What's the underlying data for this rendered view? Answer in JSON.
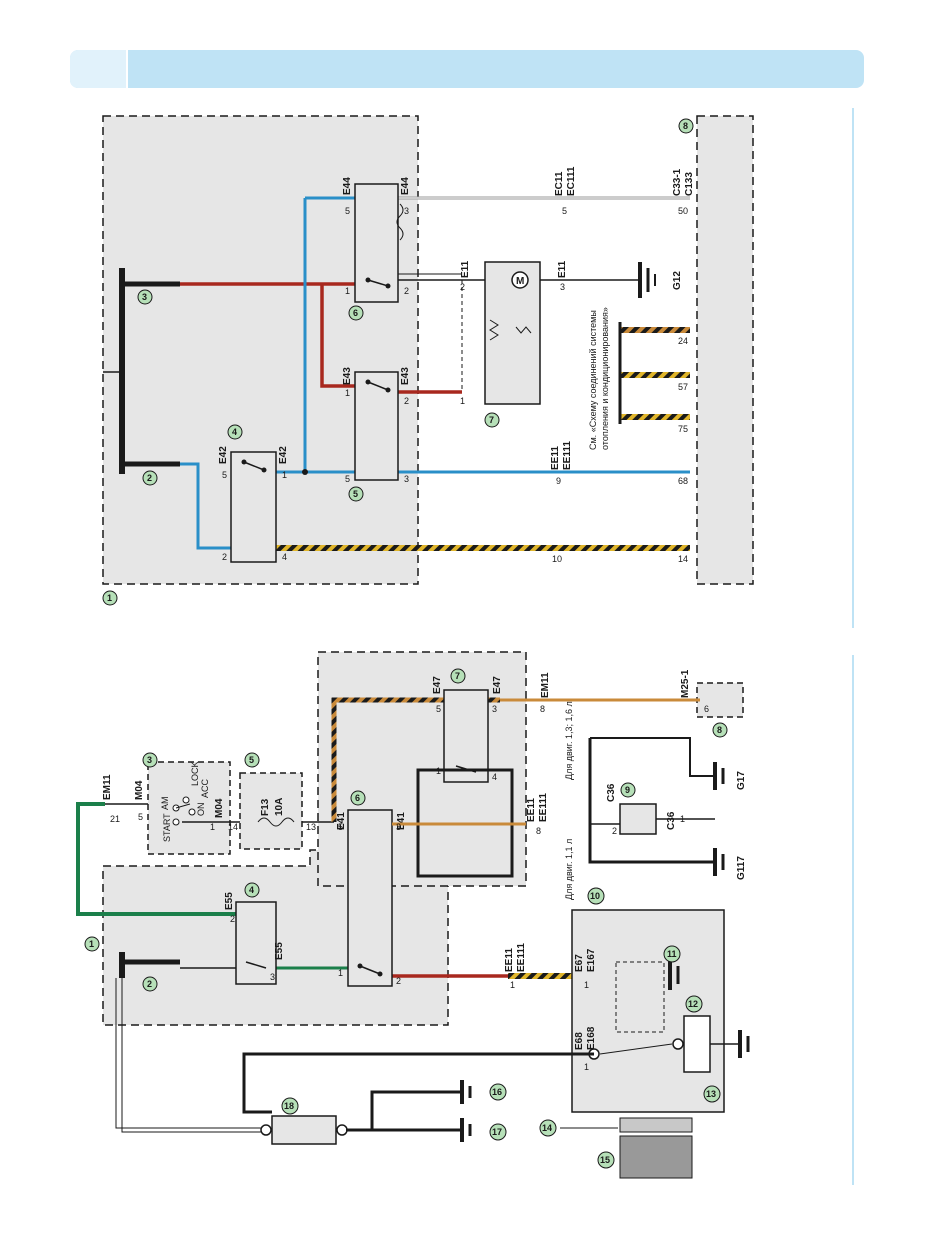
{
  "colors": {
    "header_bar": "#bfe3f5",
    "zone_fill": "#e6e6e6",
    "wire_black": "#1a1a1a",
    "wire_blue": "#2a8fc8",
    "wire_red": "#a8281e",
    "wire_green": "#1b7f4a",
    "wire_orange": "#c98a3a",
    "callout_fill": "#b6e0b8"
  },
  "callouts": [
    "1",
    "2",
    "3",
    "4",
    "5",
    "6",
    "7",
    "8",
    "9",
    "10",
    "11",
    "12",
    "13",
    "14",
    "15",
    "16",
    "17",
    "18"
  ],
  "top_diagram": {
    "connectors": {
      "e44": "E44",
      "e43": "E43",
      "e42": "E42",
      "e11": "E11",
      "ec11": "EC11",
      "ec111": "EC111",
      "ee11": "EE11",
      "ee111": "EE111",
      "c33_1": "C33-1",
      "c133": "C133",
      "g12": "G12"
    },
    "pins": {
      "p5": "5",
      "p3": "3",
      "p1": "1",
      "p2": "2",
      "p4": "4",
      "p9": "9",
      "p10": "10",
      "p14": "14",
      "p68": "68",
      "p75": "75",
      "p57": "57",
      "p24": "24",
      "p50": "50"
    },
    "note_line1": "См. «Схему соединений системы",
    "note_line2": "отопления и кондиционирования»",
    "motor_label": "M"
  },
  "bottom_diagram": {
    "connectors": {
      "em11": "EM11",
      "m04": "M04",
      "f13": "F13",
      "f13_rating": "10A",
      "e55": "E55",
      "e41": "E41",
      "e47": "E47",
      "ee11": "EE11",
      "ee111": "EE111",
      "m25_1": "M25-1",
      "c36": "C36",
      "g17": "G17",
      "g117": "G117",
      "e67": "E67",
      "e167": "E167",
      "e68": "E68",
      "e168": "E168"
    },
    "switch_positions": {
      "am": "AM",
      "lock": "LOCK",
      "acc": "ACC",
      "on": "ON",
      "start": "START"
    },
    "pins": {
      "p21": "21",
      "p5": "5",
      "p1": "1",
      "p14": "14",
      "p13": "13",
      "p2": "2",
      "p3": "3",
      "p4": "4",
      "p8": "8",
      "p6": "6"
    },
    "note_engine_a": "Для двиг. 1,3; 1,6 л",
    "note_engine_b": "Для двиг. 1,1 л"
  }
}
